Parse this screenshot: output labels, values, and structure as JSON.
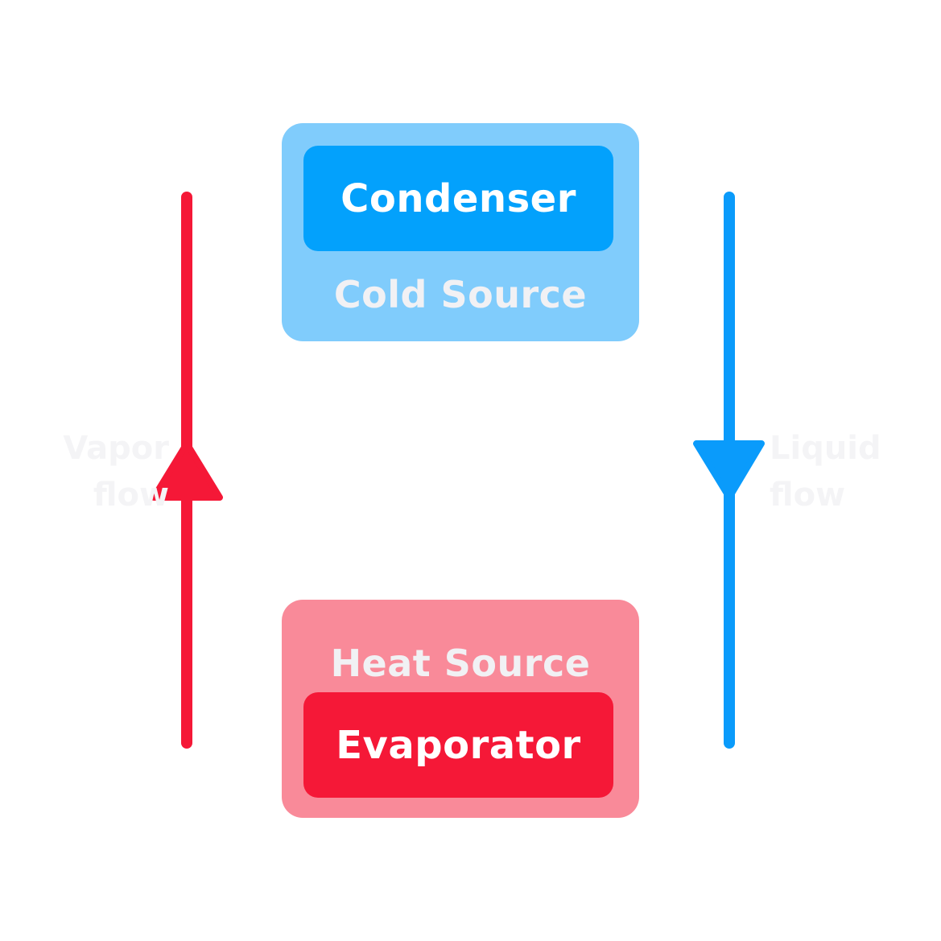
{
  "condenser": {
    "label": "Condenser",
    "source_label": "Cold Source"
  },
  "evaporator": {
    "label": "Evaporator",
    "source_label": "Heat Source"
  },
  "vapor_flow": {
    "line1": "Vapor",
    "line2": "flow",
    "direction": "up"
  },
  "liquid_flow": {
    "line1": "Liquid",
    "line2": "flow",
    "direction": "down"
  },
  "colors": {
    "cold_outer": "#80ccfc",
    "cold_inner": "#03a1fc",
    "heat_outer": "#f98a99",
    "heat_inner": "#f51837",
    "vapor_line": "#f51837",
    "liquid_line": "#0a9bfb",
    "label_light": "#f4f4f6"
  }
}
